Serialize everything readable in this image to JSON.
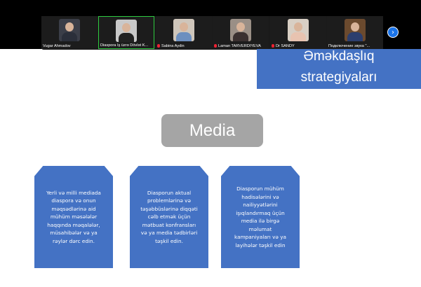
{
  "participants": [
    {
      "name": "Vugar Ahmadov",
      "muted": false,
      "active": false,
      "bg": "#3b3e48",
      "shirt": "#2b2f3a"
    },
    {
      "name": "Diaspora İş üzrə Dövlət K...",
      "muted": false,
      "active": true,
      "bg": "#c9c9c9",
      "shirt": "#222"
    },
    {
      "name": "Sabina Aydin",
      "muted": true,
      "active": false,
      "bg": "#cfc6bb",
      "shirt": "#6d8fbf"
    },
    {
      "name": "Laman TARVERDIYEVA",
      "muted": true,
      "active": false,
      "bg": "#9a8f86",
      "shirt": "#3a3030"
    },
    {
      "name": "Dr SANDY",
      "muted": true,
      "active": false,
      "bg": "#d8cfc4",
      "shirt": "#e8c3b0"
    },
    {
      "name": "Подключение звука \"...",
      "muted": false,
      "active": false,
      "bg": "#6b4a2e",
      "shirt": "#2c3e6e"
    }
  ],
  "next_icon": "chevron-right-icon",
  "slide": {
    "title_line1": "Əməkdaşlıq",
    "title_line2": "strategiyaları",
    "media_label": "Media",
    "cards": [
      {
        "lines": [
          "Yerli və milli mediada",
          "diaspora və onun",
          "məqsədlərinə aid",
          "mühüm məsələlər",
          "haqqında məqalələr,",
          "müsahibələr və ya",
          "rəylər dərc edin."
        ]
      },
      {
        "lines": [
          "Diasporun aktual",
          "problemlərinə və",
          "təşəbbüslərinə diqqəti",
          "cəlb etmək üçün",
          "mətbuat konfransları",
          "və ya media tədbirləri",
          "təşkil edin."
        ]
      },
      {
        "lines": [
          "Diasporun mühüm",
          "hadisələrini və",
          "nailiyyətlərini",
          "işıqlandırmaq üçün",
          "media ilə birgə",
          "məlumat",
          "kampaniyaları və ya",
          "layihələr təşkil edin"
        ]
      }
    ]
  },
  "colors": {
    "accent": "#4472c4",
    "media_box": "#a5a5a5",
    "active_border": "#2ecc40"
  }
}
